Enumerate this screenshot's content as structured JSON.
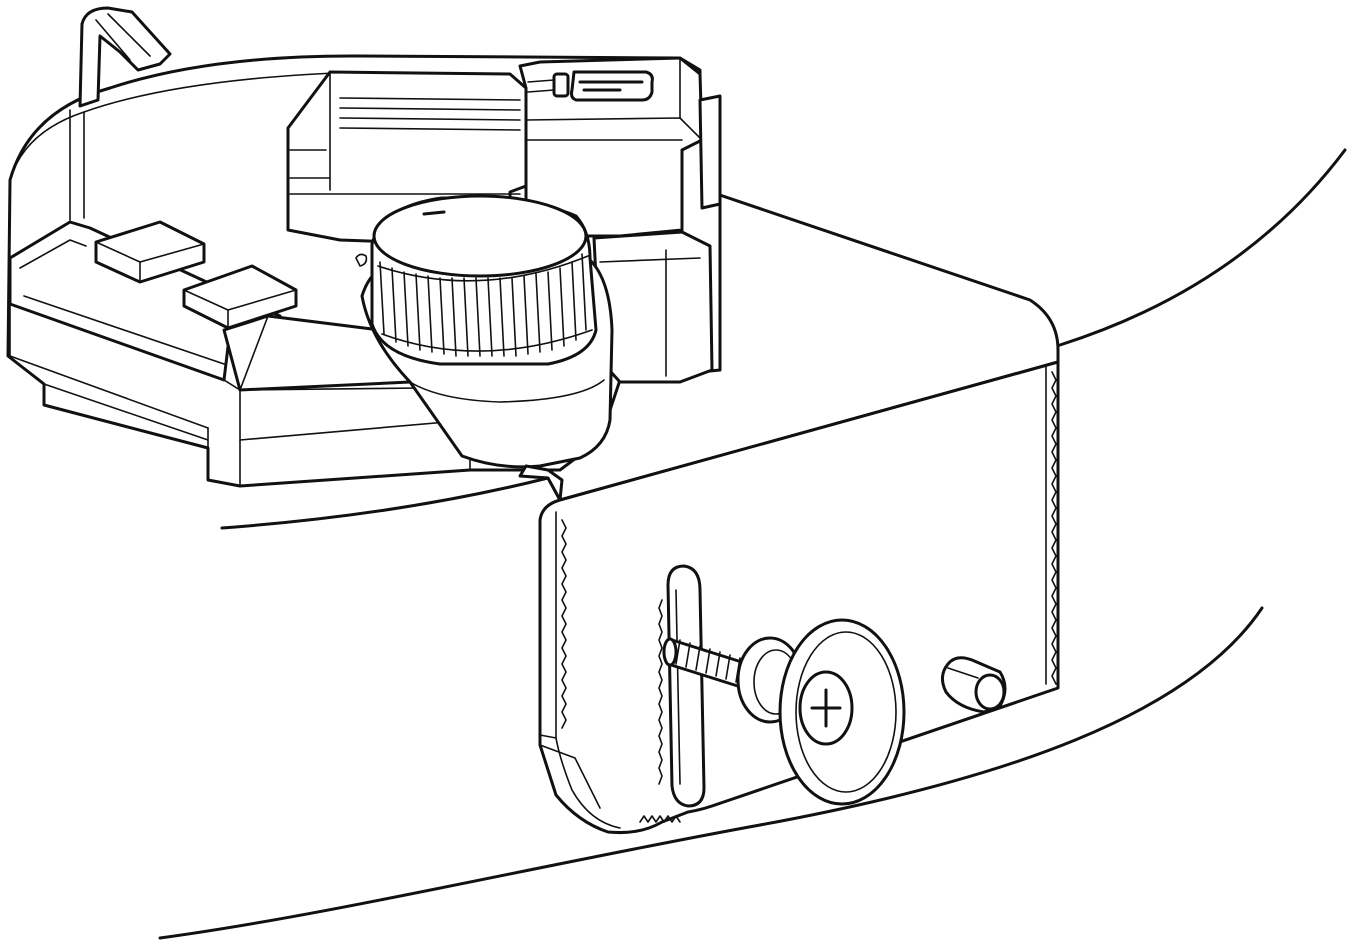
{
  "figure": {
    "background": "#ffffff",
    "line_color": "#111111",
    "components": {
      "base_surface": "curved-base",
      "device": "control-module",
      "knob": "ribbed-rotary-knob",
      "buttons": [
        "push-button",
        "push-button"
      ],
      "switch": "slide-switch",
      "bracket": "mounting-bracket",
      "fastener": "phillips-screw-with-washer",
      "slot": "adjustment-slot",
      "pin": "locating-pin"
    }
  }
}
